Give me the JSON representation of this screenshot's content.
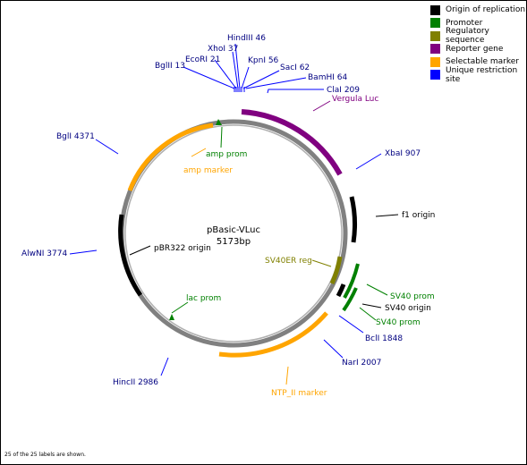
{
  "map": {
    "name": "pBasic-VLuc",
    "size": "5173bp"
  },
  "legend": [
    {
      "label": "Origin of replication",
      "color": "#000000"
    },
    {
      "label": "Promoter",
      "color": "#008000"
    },
    {
      "label": "Regulatory sequence",
      "color": "#808000"
    },
    {
      "label": "Reporter gene",
      "color": "#800080"
    },
    {
      "label": "Selectable marker",
      "color": "#FFA500"
    },
    {
      "label": "Unique restriction site",
      "color": "#0000FF"
    }
  ],
  "sites": {
    "bglii": "BglII 13",
    "ecori": "EcoRI 21",
    "xhoi": "XhoI 37",
    "hindiii": "HindIII 46",
    "kpni": "KpnI 56",
    "saci": "SacI 62",
    "bamhi": "BamHI 64",
    "clai": "ClaI 209",
    "xbai": "XbaI 907",
    "bcli": "BclI 1848",
    "nari": "NarI 2007",
    "hincii": "HincII 2986",
    "alwni": "AlwNI 3774",
    "bgli": "BglI 4371"
  },
  "features": {
    "vergula_luc": "Vergula Luc",
    "f1_origin": "f1 origin",
    "sv40er_reg": "SV40ER reg",
    "sv40_prom_1": "SV40 prom",
    "sv40_origin": "SV40 origin",
    "sv40_prom_2": "SV40 prom",
    "ntp_ii_marker": "NTP_II marker",
    "lac_prom": "lac prom",
    "pbr322_origin": "pBR322 origin",
    "amp_marker": "amp marker",
    "amp_prom": "amp prom"
  },
  "footer": "25 of the 25 labels are shown."
}
